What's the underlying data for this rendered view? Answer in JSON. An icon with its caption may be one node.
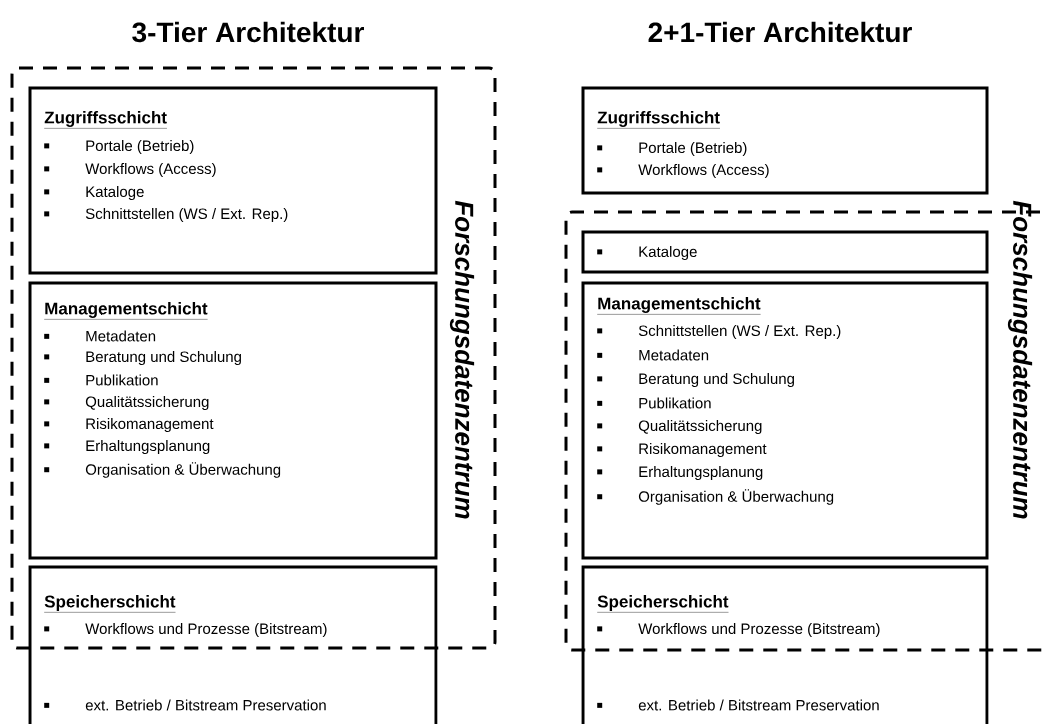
{
  "diagram": {
    "nodes": [
      {
        "text": [
          "Forschungsdatenzentrum"
        ]
      },
      {
        "text": [
          "Zugriffsschicht",
          "Portale (Betrieb)",
          "Workflows (Access)",
          "Kataloge",
          "Schnittstellen (WS / Ext. Rep.)"
        ],
        "in": 0
      },
      {
        "text": [
          "Managementschicht",
          "Metadaten",
          "Beratung und Schulung",
          "Publikation",
          "Qualitätssicherung",
          "Risikomanagement",
          "Erhaltungsplanung",
          "Organisation & Überwachung"
        ],
        "in": 0
      },
      {
        "text": [
          "Speicherschicht",
          "Workflows und Prozesse (Bitstream)",
          "ext. Betrieb / Bitstream Preservation"
        ]
      },
      {
        "text": [
          "Zugriffsschicht",
          "Portale (Betrieb)",
          "Workflows (Access)"
        ]
      },
      {
        "text": [
          "Forschungsdatenzentrum"
        ]
      },
      {
        "text": [
          "Kataloge"
        ],
        "in": 5
      },
      {
        "text": [
          "Managementschicht",
          "Schnittstellen (WS / Ext. Rep.)",
          "Metadaten",
          "Beratung und Schulung",
          "Publikation",
          "Qualitätssicherung",
          "Risikomanagement",
          "Erhaltungsplanung",
          "Organisation & Überwachung"
        ],
        "in": 5
      },
      {
        "text": [
          "Speicherschicht",
          "Workflows und Prozesse (Bitstream)",
          "ext. Betrieb / Bitstream Preservation"
        ]
      }
    ],
    "labels": [
      "3-Tier Architektur",
      "2+1-Tier Architektur"
    ]
  }
}
